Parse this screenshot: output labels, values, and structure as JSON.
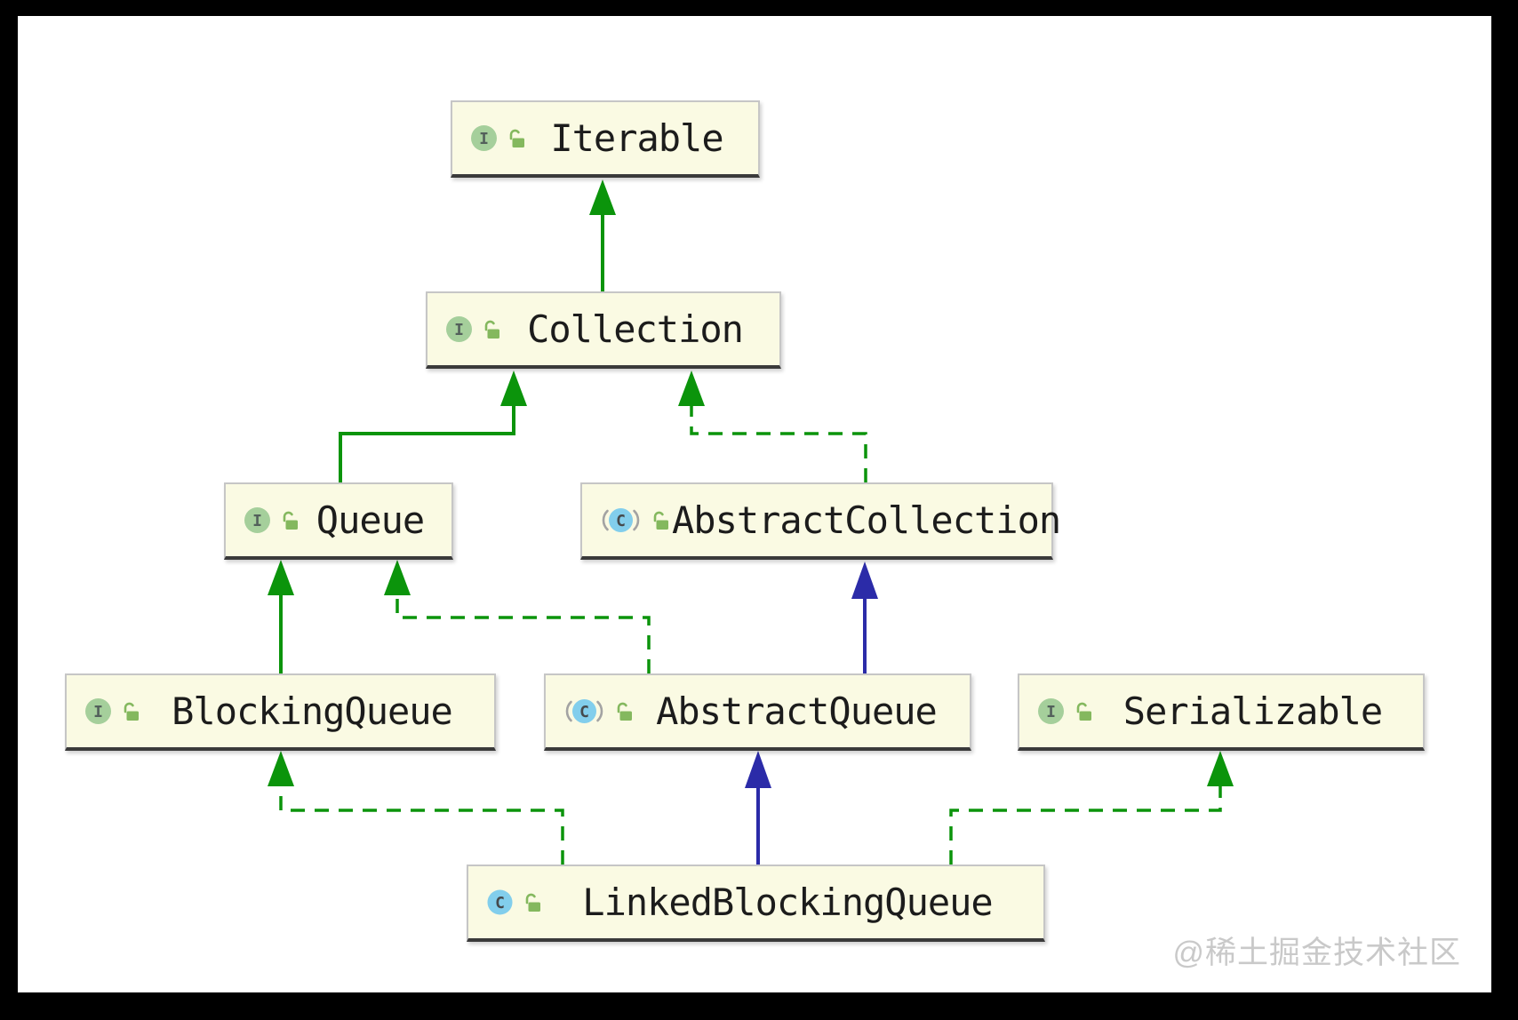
{
  "diagram": {
    "title": "LinkedBlockingQueue class hierarchy",
    "tool_style": "IntelliJ IDEA UML diagram"
  },
  "nodes": [
    {
      "label": "Iterable",
      "kind": "interface"
    },
    {
      "label": "Collection",
      "kind": "interface"
    },
    {
      "label": "Queue",
      "kind": "interface"
    },
    {
      "label": "AbstractCollection",
      "kind": "abstract-class"
    },
    {
      "label": "BlockingQueue",
      "kind": "interface"
    },
    {
      "label": "AbstractQueue",
      "kind": "abstract-class"
    },
    {
      "label": "Serializable",
      "kind": "interface"
    },
    {
      "label": "LinkedBlockingQueue",
      "kind": "class"
    }
  ],
  "edges": [
    {
      "from": "Collection",
      "to": "Iterable",
      "relation": "extends",
      "line": "solid",
      "color": "green"
    },
    {
      "from": "Queue",
      "to": "Collection",
      "relation": "extends",
      "line": "solid",
      "color": "green"
    },
    {
      "from": "AbstractCollection",
      "to": "Collection",
      "relation": "implements",
      "line": "dashed",
      "color": "green"
    },
    {
      "from": "BlockingQueue",
      "to": "Queue",
      "relation": "extends",
      "line": "solid",
      "color": "green"
    },
    {
      "from": "AbstractQueue",
      "to": "Queue",
      "relation": "implements",
      "line": "dashed",
      "color": "green"
    },
    {
      "from": "AbstractQueue",
      "to": "AbstractCollection",
      "relation": "extends",
      "line": "solid",
      "color": "navy"
    },
    {
      "from": "LinkedBlockingQueue",
      "to": "BlockingQueue",
      "relation": "implements",
      "line": "dashed",
      "color": "green"
    },
    {
      "from": "LinkedBlockingQueue",
      "to": "AbstractQueue",
      "relation": "extends",
      "line": "solid",
      "color": "navy"
    },
    {
      "from": "LinkedBlockingQueue",
      "to": "Serializable",
      "relation": "implements",
      "line": "dashed",
      "color": "green"
    }
  ],
  "icons": {
    "interface_letter": "I",
    "class_letter": "C",
    "lock_state": "unlocked"
  },
  "colors": {
    "node_background": "#FAFAE3",
    "node_border": "#C6C6C6",
    "node_text": "#1C1C1C",
    "edge_green": "#0B940B",
    "edge_navy": "#2B2BA8",
    "icon_interface_bg": "#A5CF9B",
    "icon_class_bg": "#82CEEC",
    "icon_lock_green": "#84B85E",
    "watermark_gray": "#C9C9C9"
  },
  "watermark": {
    "text": "@稀土掘金技术社区"
  }
}
